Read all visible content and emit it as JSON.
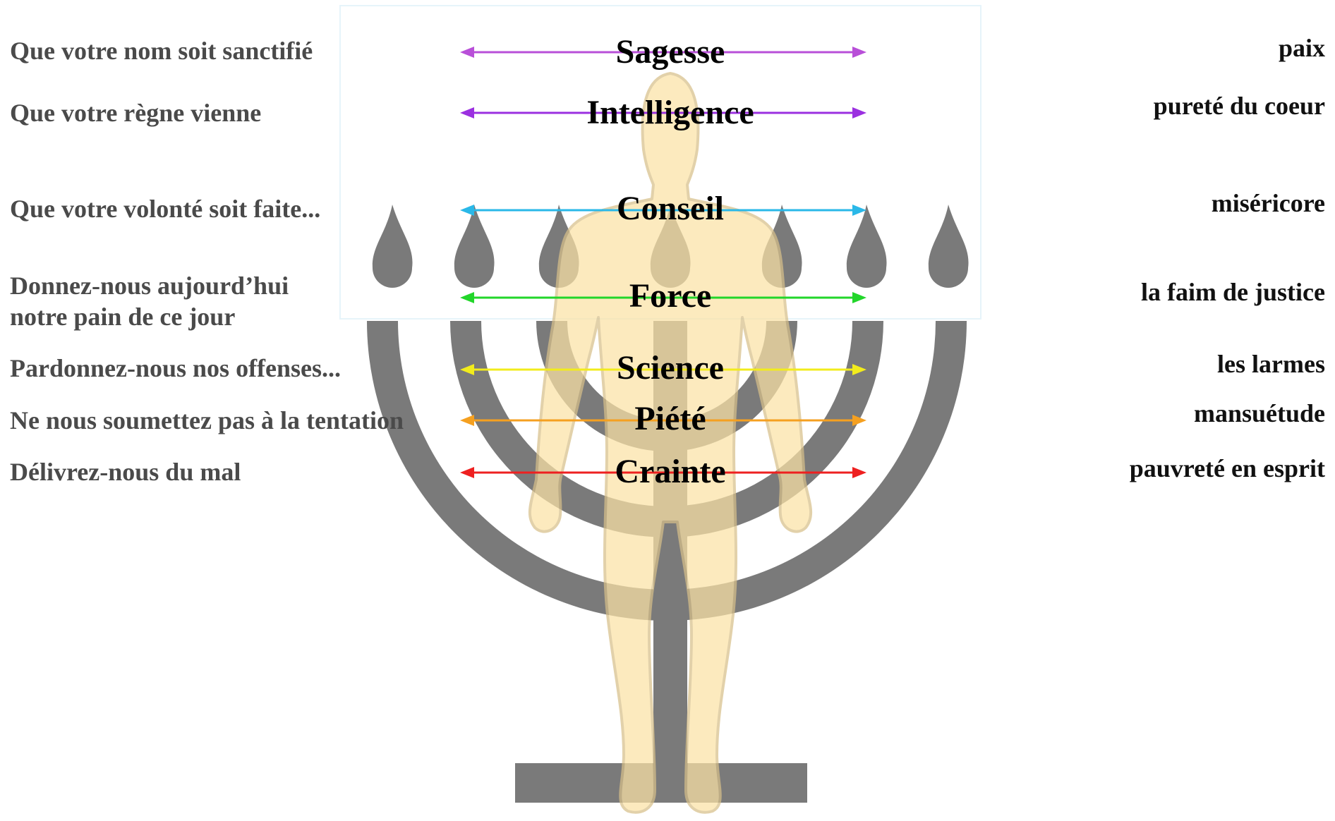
{
  "prayers": [
    {
      "text": "Que votre nom soit sanctifié"
    },
    {
      "text": "Que votre règne vienne"
    },
    {
      "text": "Que votre volonté soit faite..."
    },
    {
      "text": "Donnez-nous aujourd’hui"
    },
    {
      "text": "notre pain de ce jour"
    },
    {
      "text": "Pardonnez-nous nos offenses..."
    },
    {
      "text": "Ne nous soumettez pas à la tentation"
    },
    {
      "text": "Délivrez-nous du mal"
    }
  ],
  "gifts": [
    {
      "label": "Sagesse",
      "color": "#b84fd8"
    },
    {
      "label": "Intelligence",
      "color": "#9b30e0"
    },
    {
      "label": "Conseil",
      "color": "#2ab8e8"
    },
    {
      "label": "Force",
      "color": "#22d62a"
    },
    {
      "label": "Science",
      "color": "#f2ec1c"
    },
    {
      "label": "Piété",
      "color": "#f5a020"
    },
    {
      "label": "Crainte",
      "color": "#ee2020"
    }
  ],
  "beatitudes": [
    {
      "text": "paix"
    },
    {
      "text": "pureté du coeur"
    },
    {
      "text": "miséricore"
    },
    {
      "text": "la faim de justice"
    },
    {
      "text": "les larmes"
    },
    {
      "text": "mansuétude"
    },
    {
      "text": "pauvreté en esprit"
    }
  ],
  "colors": {
    "menorah": "#7a7a7a",
    "body_fill": "#fbe3a6",
    "body_outline": "#d8c08a",
    "prayer_text": "#4a4a4a",
    "beatitude_text": "#111111"
  }
}
